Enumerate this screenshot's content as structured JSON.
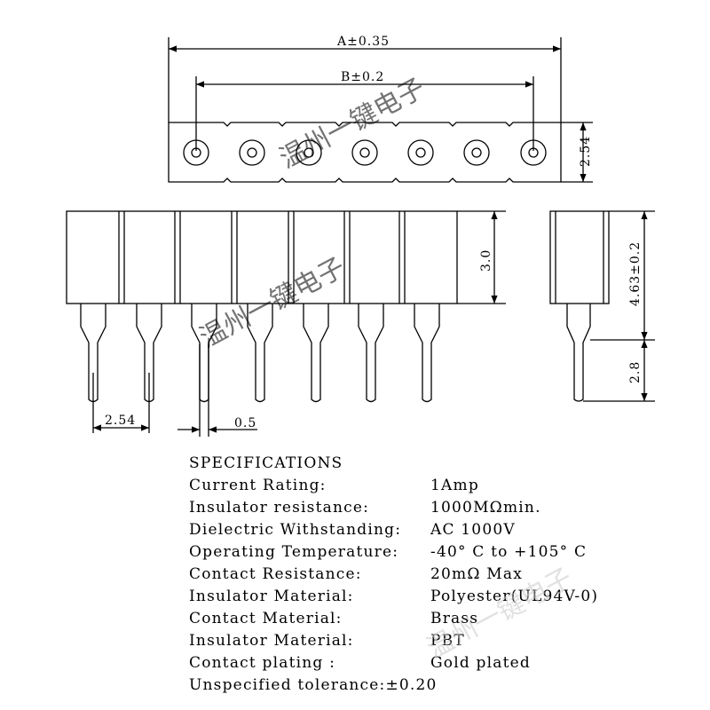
{
  "dimensions": {
    "overall_length": "A±0.35",
    "pin_span": "B±0.2",
    "pitch_top": "2.54",
    "pitch_front": "2.54",
    "pin_width": "0.5",
    "body_height": "3.0",
    "total_height": "4.63±0.2",
    "tail_length": "2.8"
  },
  "watermark": "温州一键电子",
  "specs": {
    "title": "SPECIFICATIONS",
    "rows": [
      {
        "label": "Current Rating:",
        "value": "1Amp"
      },
      {
        "label": "Insulator resistance:",
        "value": "1000MΩmin."
      },
      {
        "label": "Dielectric Withstanding:",
        "value": "AC 1000V"
      },
      {
        "label": "Operating Temperature:",
        "value": "-40° C to +105° C"
      },
      {
        "label": "Contact Resistance:",
        "value": "20mΩ  Max"
      },
      {
        "label": "Insulator Material:",
        "value": "Polyester(UL94V-0)"
      },
      {
        "label": "Contact Material:",
        "value": "Brass"
      },
      {
        "label": "Insulator Material:",
        "value": "PBT"
      },
      {
        "label": "Contact plating :",
        "value": "Gold plated"
      }
    ],
    "footer": "Unspecified tolerance:±0.20"
  }
}
